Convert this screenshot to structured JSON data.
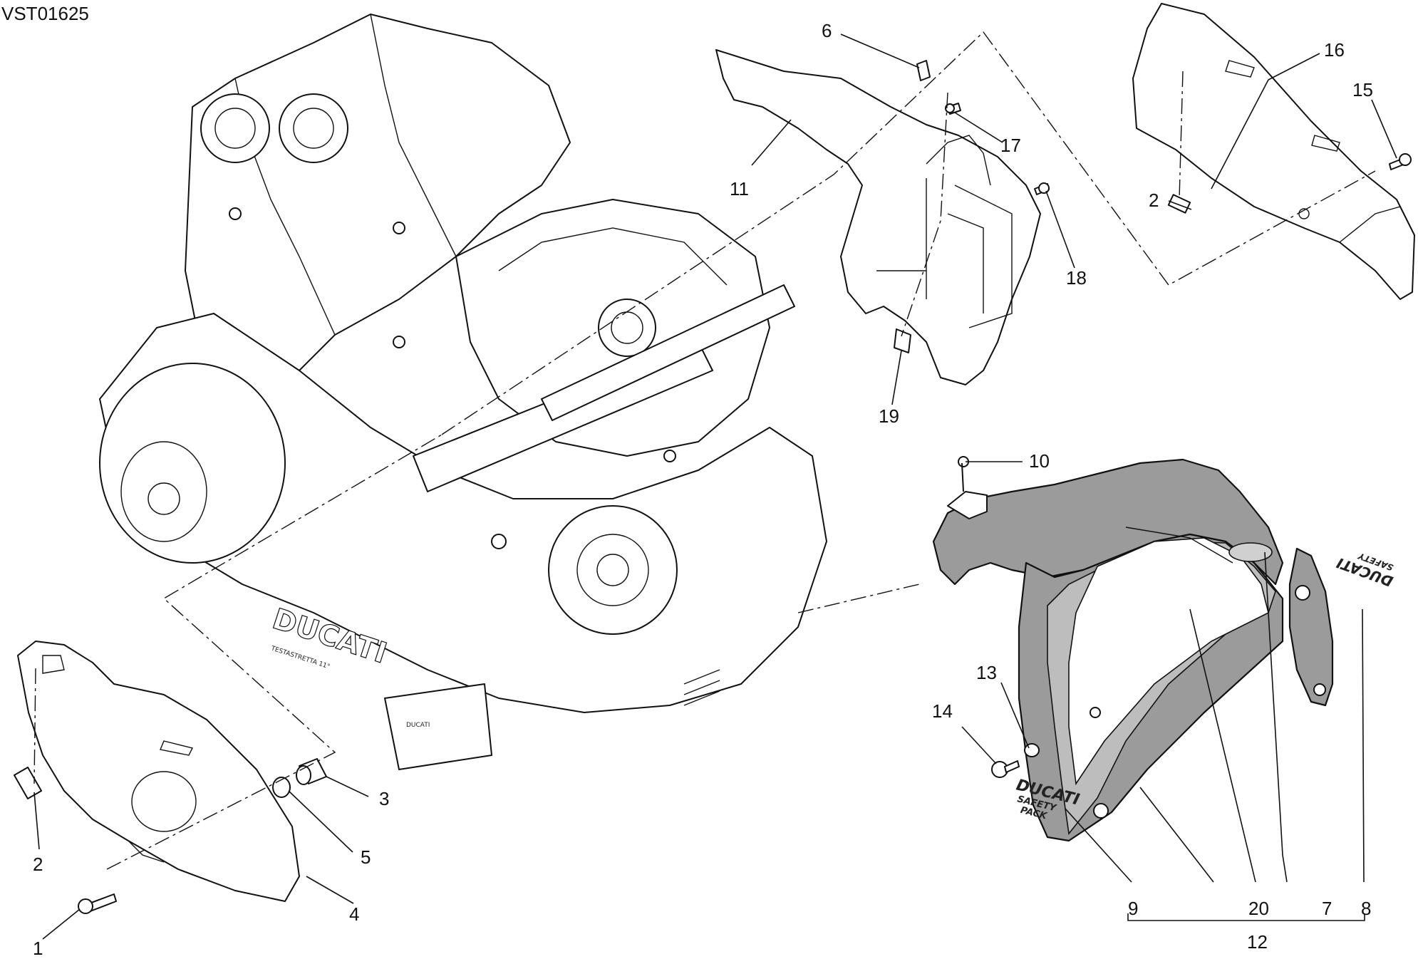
{
  "drawing_code": "VST01625",
  "engine_markings": {
    "brand": "DUCATI",
    "model": "TESTASTRETTA 11°",
    "oil_filter": "DUCATI"
  },
  "decals": {
    "front_decal_line1": "DUCATI",
    "front_decal_line2": "SAFETY",
    "front_decal_line3": "PACK",
    "side_decal_line1": "DUCATI",
    "side_decal_line2": "SAFETY"
  },
  "callouts": [
    "1",
    "2",
    "3",
    "4",
    "5",
    "6",
    "7",
    "8",
    "9",
    "10",
    "11",
    "12",
    "13",
    "14",
    "15",
    "16",
    "17",
    "18",
    "19",
    "20",
    "2"
  ]
}
